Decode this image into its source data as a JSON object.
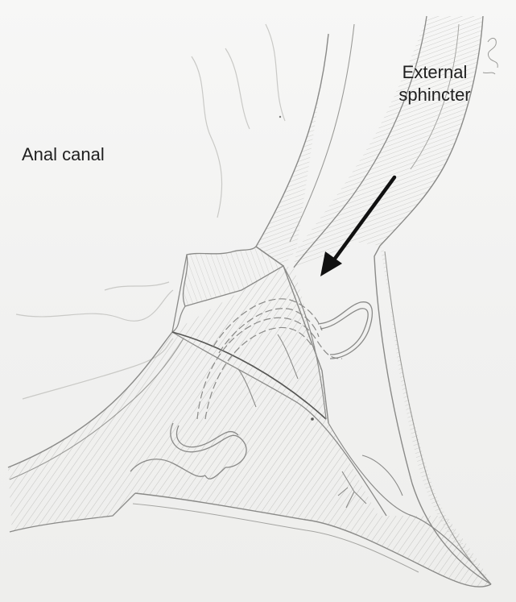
{
  "labels": {
    "anal_canal": "Anal canal",
    "external_sphincter_line1": "External",
    "external_sphincter_line2": "sphincter"
  },
  "colors": {
    "pencil": "#8a8a88",
    "pencil_dark": "#555553",
    "arrow": "#111111",
    "paper": "#f4f4f3"
  },
  "arrow_target": "external sphincter"
}
